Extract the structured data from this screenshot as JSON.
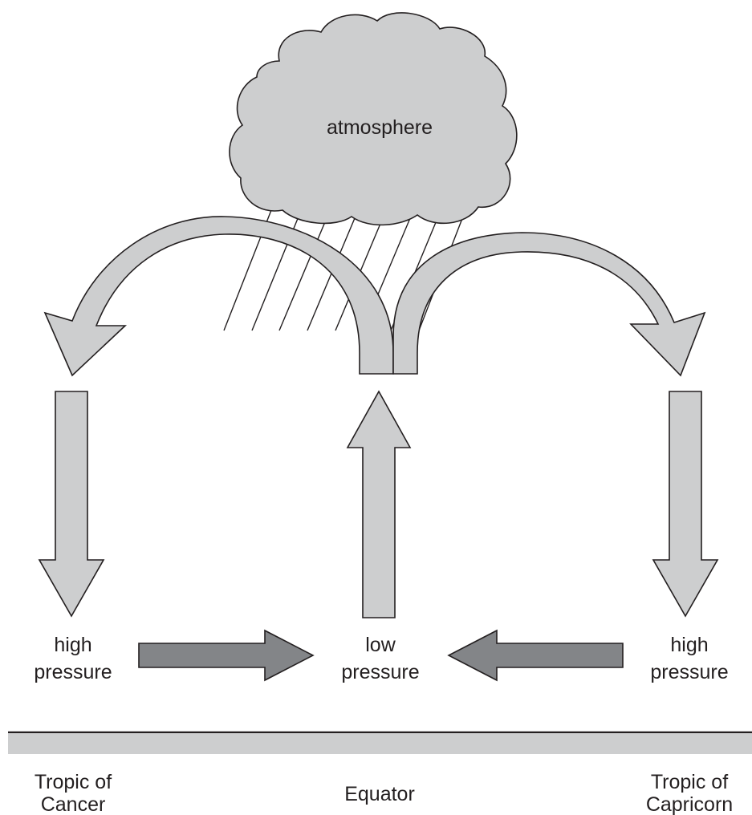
{
  "cloud": {
    "label": "atmosphere"
  },
  "left_zone": {
    "line1": "high",
    "line2": "pressure"
  },
  "center_zone": {
    "line1": "low",
    "line2": "pressure"
  },
  "right_zone": {
    "line1": "high",
    "line2": "pressure"
  },
  "ground": {
    "left_line1": "Tropic of",
    "left_line2": "Cancer",
    "center": "Equator",
    "right_line1": "Tropic of",
    "right_line2": "Capricorn"
  },
  "colors": {
    "light_fill": "#cdcecf",
    "dark_fill": "#838588",
    "stroke": "#231f20",
    "band": "#cdcecf"
  }
}
